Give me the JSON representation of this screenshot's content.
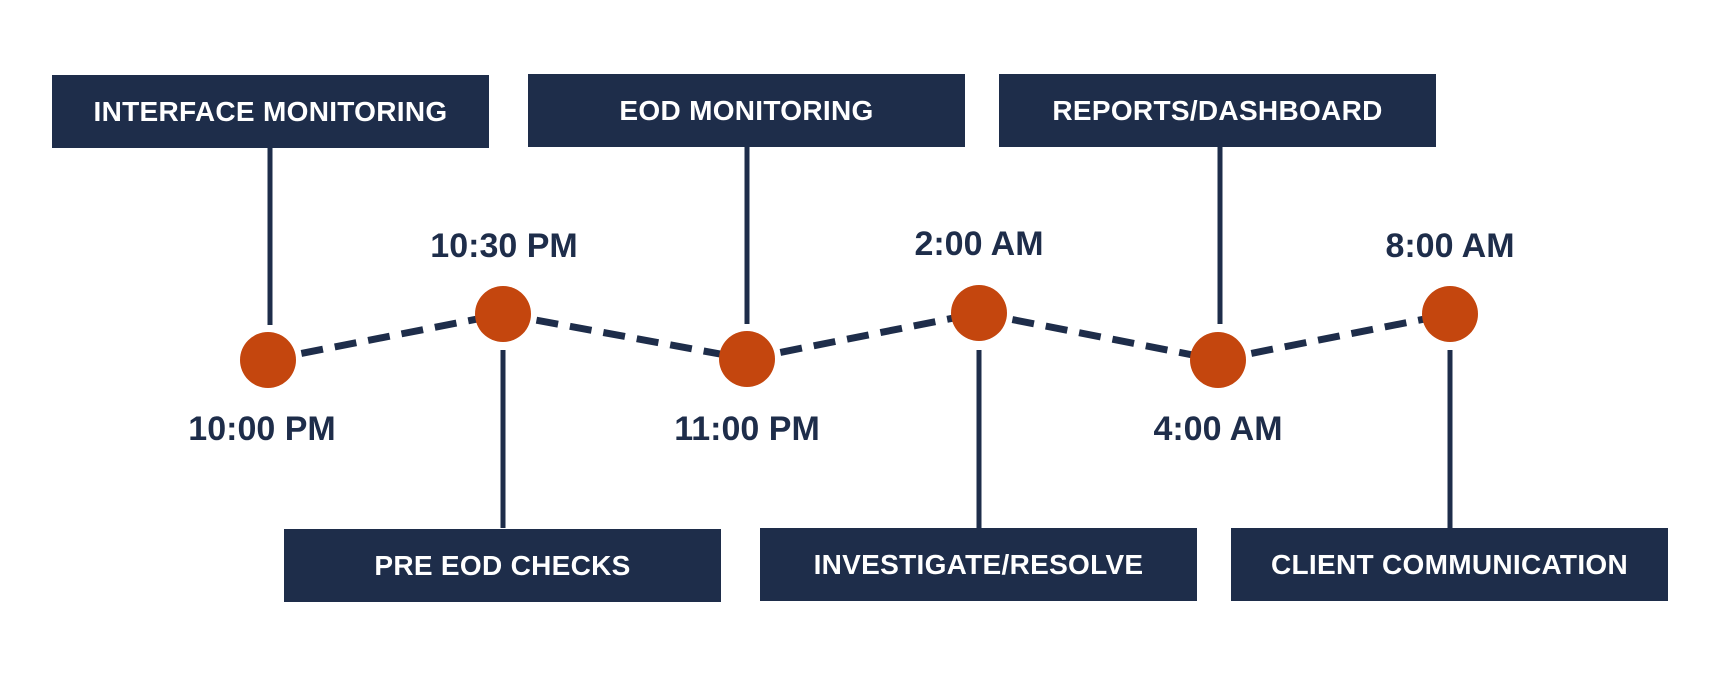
{
  "colors": {
    "navy": "#1e2d4a",
    "accent": "#c4460e",
    "background": "#ffffff"
  },
  "steps": [
    {
      "time": "10:00 PM",
      "label": "INTERFACE MONITORING"
    },
    {
      "time": "10:30 PM",
      "label": "PRE EOD CHECKS"
    },
    {
      "time": "11:00 PM",
      "label": "EOD MONITORING"
    },
    {
      "time": "2:00 AM",
      "label": "INVESTIGATE/RESOLVE"
    },
    {
      "time": "4:00 AM",
      "label": "REPORTS/DASHBOARD"
    },
    {
      "time": "8:00 AM",
      "label": "CLIENT COMMUNICATION"
    }
  ]
}
